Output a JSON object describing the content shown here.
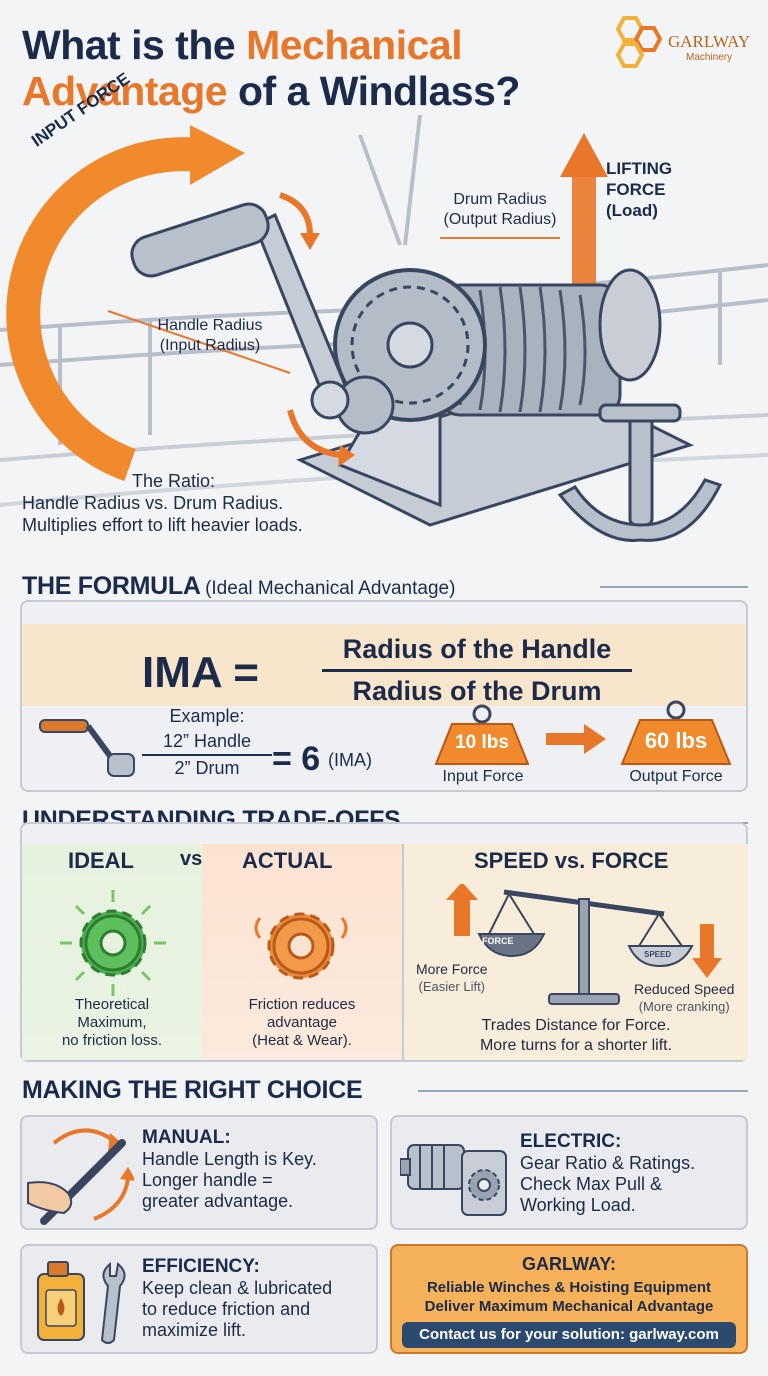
{
  "header": {
    "title_part1": "What is the ",
    "title_highlight1": "Mechanical",
    "title_highlight2": "Advantage",
    "title_part2": " of a Windlass?",
    "logo_name": "GARLWAY",
    "logo_sub": "Machinery"
  },
  "diagram": {
    "input_force": "INPUT FORCE",
    "lifting_force_l1": "LIFTING",
    "lifting_force_l2": "FORCE",
    "lifting_force_l3": "(Load)",
    "drum_radius_l1": "Drum Radius",
    "drum_radius_l2": "(Output Radius)",
    "handle_radius_l1": "Handle Radius",
    "handle_radius_l2": "(Input Radius)",
    "ratio_l1": "The Ratio:",
    "ratio_l2": "Handle Radius vs. Drum Radius.",
    "ratio_l3": "Multiplies effort to lift heavier loads."
  },
  "formula": {
    "section_title": "THE FORMULA",
    "section_sub": "(Ideal Mechanical Advantage)",
    "ima": "IMA =",
    "numerator": "Radius of the Handle",
    "denominator": "Radius of the Drum",
    "example_label": "Example:",
    "example_num": "12” Handle",
    "example_den": "2” Drum",
    "example_result": "= 6",
    "example_unit": "(IMA)",
    "input_weight": "10 lbs",
    "input_label": "Input Force",
    "output_weight": "60 lbs",
    "output_label": "Output Force"
  },
  "tradeoffs": {
    "section_title": "UNDERSTANDING TRADE-OFFS",
    "ideal": "IDEAL",
    "vs": "vs.",
    "actual": "ACTUAL",
    "ideal_desc_l1": "Theoretical",
    "ideal_desc_l2": "Maximum,",
    "ideal_desc_l3": "no friction loss.",
    "actual_desc_l1": "Friction reduces",
    "actual_desc_l2": "advantage",
    "actual_desc_l3": "(Heat & Wear).",
    "speed_title": "SPEED vs. FORCE",
    "force_pan": "FORCE",
    "speed_pan": "SPEED",
    "more_force": "More Force",
    "easier_lift": "(Easier Lift)",
    "reduced_speed": "Reduced Speed",
    "more_cranking": "(More cranking)",
    "trade_l1": "Trades Distance for Force.",
    "trade_l2": "More turns for a shorter lift."
  },
  "choice": {
    "section_title": "MAKING THE RIGHT CHOICE",
    "manual_head": "MANUAL:",
    "manual_l1": "Handle Length is Key.",
    "manual_l2": "Longer handle =",
    "manual_l3": "greater advantage.",
    "electric_head": "ELECTRIC:",
    "electric_l1": "Gear Ratio & Ratings.",
    "electric_l2": "Check Max Pull &",
    "electric_l3": "Working Load.",
    "eff_head": "EFFICIENCY:",
    "eff_l1": "Keep clean & lubricated",
    "eff_l2": "to reduce friction and",
    "eff_l3": "maximize lift.",
    "garlway_head": "GARLWAY:",
    "garlway_l1": "Reliable Winches & Hoisting Equipment",
    "garlway_l2": "Deliver Maximum Mechanical Advantage",
    "contact": "Contact us for your solution: garlway.com"
  },
  "colors": {
    "navy": "#1c2b4a",
    "orange": "#e8772a",
    "green": "#4caf50",
    "steel": "#8c96a6"
  }
}
